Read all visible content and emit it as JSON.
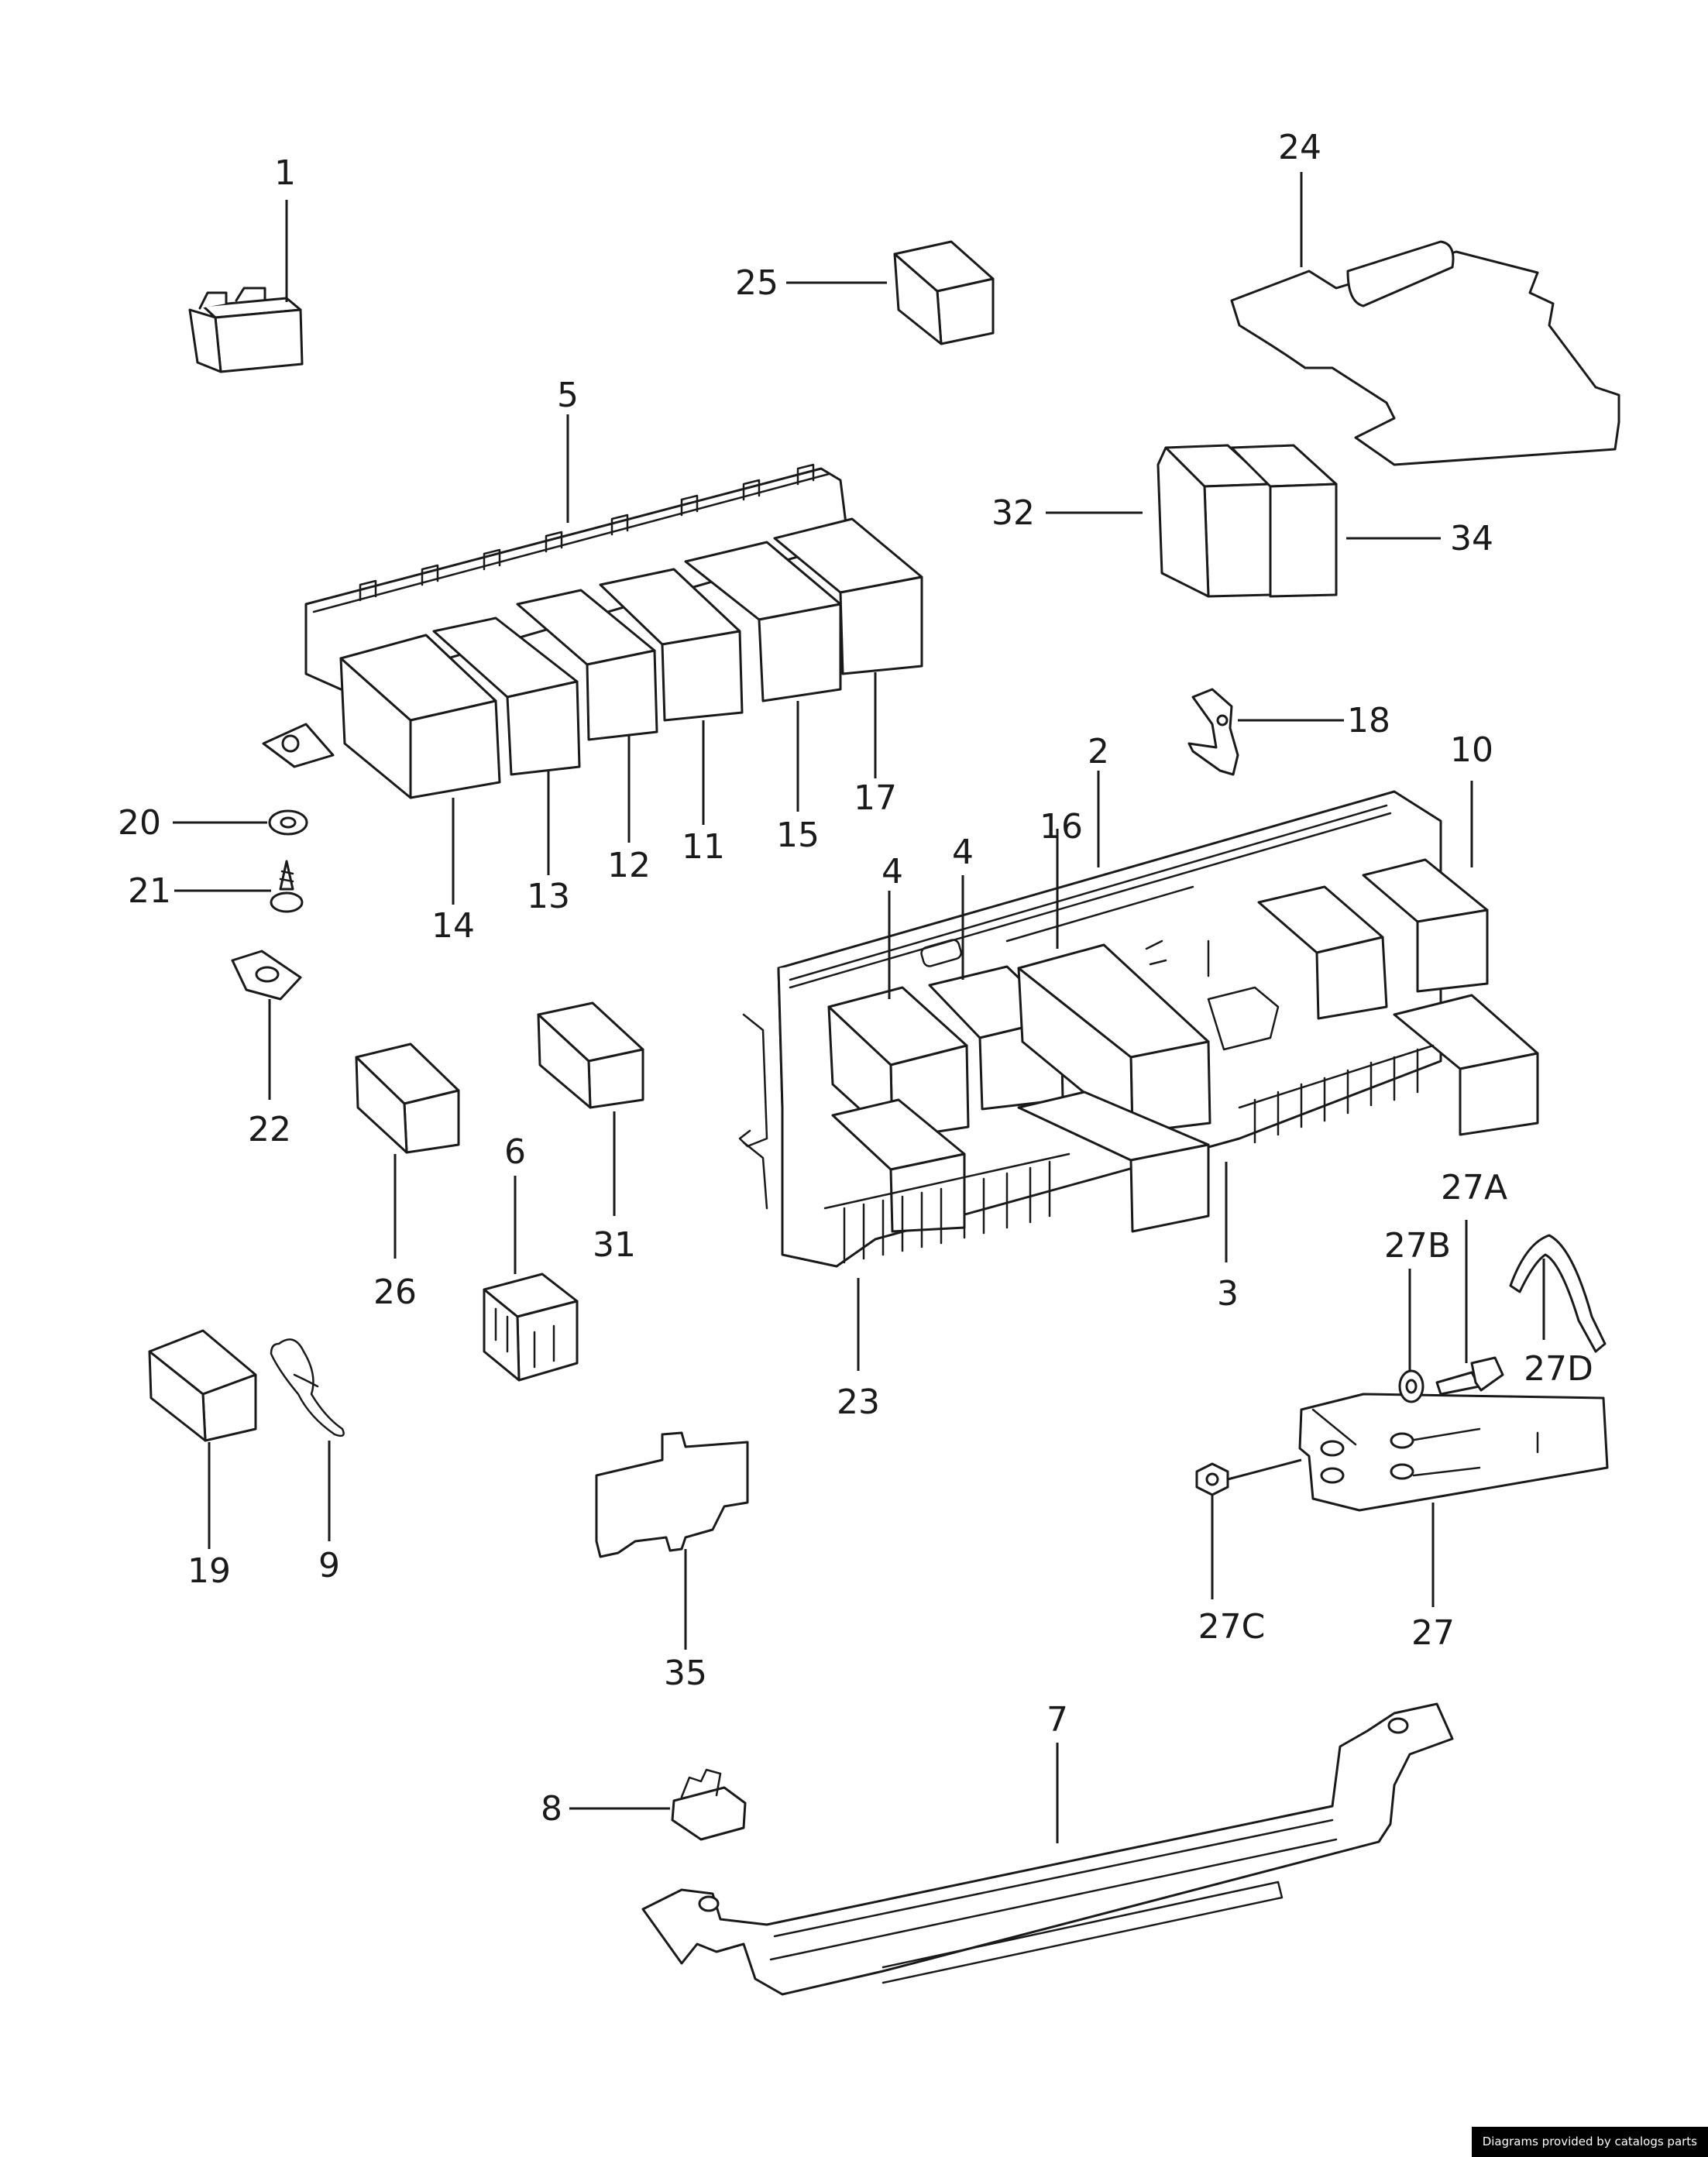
{
  "callouts": [
    "1",
    "2",
    "3",
    "4",
    "4",
    "5",
    "6",
    "7",
    "8",
    "9",
    "10",
    "11",
    "12",
    "13",
    "14",
    "15",
    "16",
    "17",
    "18",
    "19",
    "20",
    "21",
    "22",
    "23",
    "24",
    "25",
    "26",
    "27",
    "27A",
    "27B",
    "27C",
    "27D",
    "31",
    "32",
    "34",
    "35"
  ],
  "footer": {
    "credit": "Diagrams provided by catalogs parts"
  }
}
